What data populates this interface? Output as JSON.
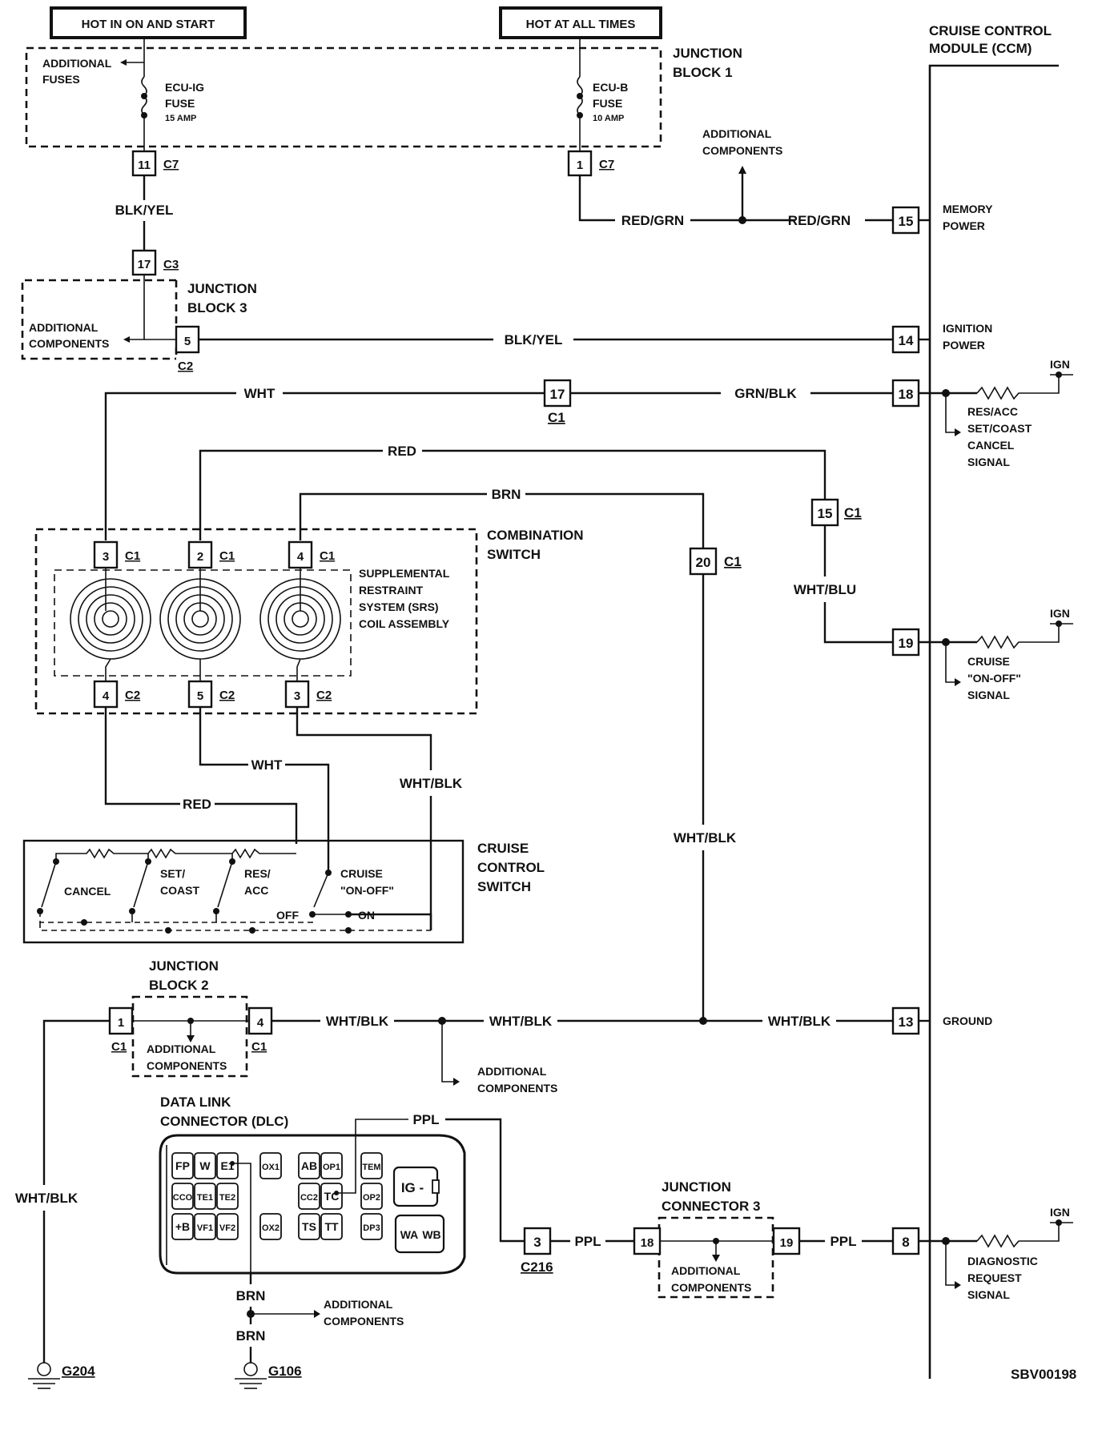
{
  "header": {
    "hot_start": "HOT IN ON AND START",
    "hot_all": "HOT AT ALL TIMES"
  },
  "jb1": {
    "title_1": "JUNCTION",
    "title_2": "BLOCK 1",
    "addl_1": "ADDITIONAL",
    "addl_2": "FUSES",
    "fuse1": {
      "name_1": "ECU-IG",
      "name_2": "FUSE",
      "rating": "15 AMP"
    },
    "fuse2": {
      "name_1": "ECU-B",
      "name_2": "FUSE",
      "rating": "10 AMP"
    },
    "pin_a": "11",
    "conn_a": "C7",
    "pin_b": "1",
    "conn_b": "C7"
  },
  "jb3": {
    "title_1": "JUNCTION",
    "title_2": "BLOCK 3",
    "pin_in": "17",
    "conn_in": "C3",
    "pin_out": "5",
    "conn_out": "C2",
    "addl_1": "ADDITIONAL",
    "addl_2": "COMPONENTS"
  },
  "ccm": {
    "title_1": "CRUISE CONTROL",
    "title_2": "MODULE (CCM)",
    "pins": {
      "p15": "15",
      "p14": "14",
      "p18": "18",
      "p19": "19",
      "p13": "13",
      "p8": "8"
    },
    "labels": {
      "memory_1": "MEMORY",
      "memory_2": "POWER",
      "ign_1": "IGNITION",
      "ign_2": "POWER",
      "resacc_1": "RES/ACC",
      "resacc_2": "SET/COAST",
      "resacc_3": "CANCEL",
      "resacc_4": "SIGNAL",
      "cruise_1": "CRUISE",
      "cruise_2": "\"ON-OFF\"",
      "cruise_3": "SIGNAL",
      "ground": "GROUND",
      "diag_1": "DIAGNOSTIC",
      "diag_2": "REQUEST",
      "diag_3": "SIGNAL"
    },
    "ign": "IGN"
  },
  "wires": {
    "blk_yel": "BLK/YEL",
    "red_grn": "RED/GRN",
    "wht": "WHT",
    "grn_blk": "GRN/BLK",
    "red": "RED",
    "brn": "BRN",
    "wht_blu": "WHT/BLU",
    "wht_blk": "WHT/BLK",
    "ppl": "PPL"
  },
  "connectors": {
    "c17": "17",
    "c1": "C1",
    "c15": "15",
    "c20": "20"
  },
  "addl_components": {
    "line_1": "ADDITIONAL",
    "line_2": "COMPONENTS"
  },
  "combo": {
    "title_1": "COMBINATION",
    "title_2": "SWITCH",
    "srs_1": "SUPPLEMENTAL",
    "srs_2": "RESTRAINT",
    "srs_3": "SYSTEM (SRS)",
    "srs_4": "COIL ASSEMBLY",
    "top_pins": [
      "3",
      "2",
      "4"
    ],
    "bottom_pins": [
      "4",
      "5",
      "3"
    ],
    "c1": "C1",
    "c2": "C2"
  },
  "ccs": {
    "title_1": "CRUISE",
    "title_2": "CONTROL",
    "title_3": "SWITCH",
    "cancel": "CANCEL",
    "set_1": "SET/",
    "set_2": "COAST",
    "res_1": "RES/",
    "res_2": "ACC",
    "cruise_1": "CRUISE",
    "cruise_2": "\"ON-OFF\"",
    "off": "OFF",
    "on": "ON"
  },
  "jb2": {
    "title_1": "JUNCTION",
    "title_2": "BLOCK 2",
    "pin_a": "1",
    "pin_b": "4",
    "conn": "C1"
  },
  "dlc": {
    "title_1": "DATA LINK",
    "title_2": "CONNECTOR (DLC)",
    "row1": [
      "FP",
      "W",
      "E1",
      "OX1",
      "AB",
      "OP1",
      "TEM"
    ],
    "row2": [
      "CCO",
      "TE1",
      "TE2",
      "CC2",
      "TC",
      "OP2"
    ],
    "row3": [
      "+B",
      "VF1",
      "VF2",
      "OX2",
      "TS",
      "TT",
      "DP3"
    ],
    "ig": "IG -",
    "wa": "WA",
    "wb": "WB"
  },
  "c216": {
    "pin": "3",
    "name": "C216"
  },
  "jc3": {
    "title_1": "JUNCTION",
    "title_2": "CONNECTOR 3",
    "pin_a": "18",
    "pin_b": "19"
  },
  "grounds": {
    "g204": "G204",
    "g106": "G106"
  },
  "diagram_id": "SBV00198"
}
